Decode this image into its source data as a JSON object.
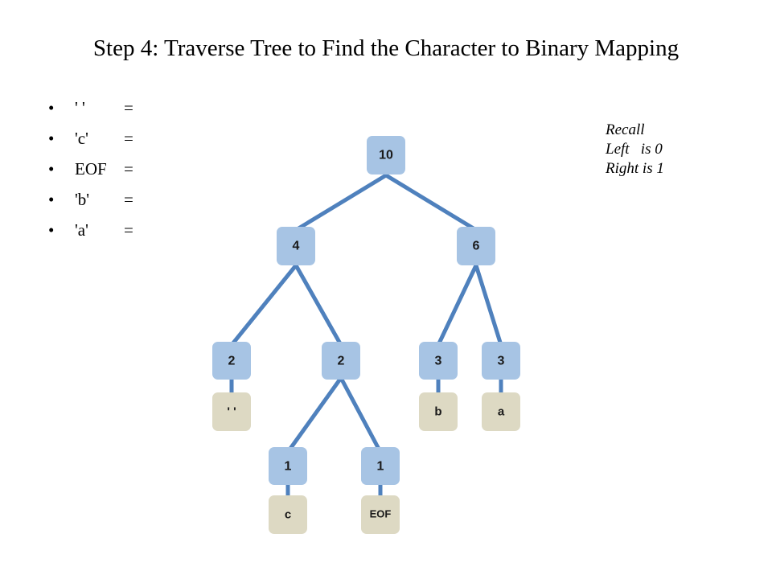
{
  "title": "Step 4: Traverse Tree to Find the Character to Binary Mapping",
  "bullets": [
    {
      "symbol": "' '",
      "eq": "="
    },
    {
      "symbol": "'c'",
      "eq": "="
    },
    {
      "symbol": "EOF",
      "eq": "="
    },
    {
      "symbol": "'b'",
      "eq": "="
    },
    {
      "symbol": "'a'",
      "eq": "="
    }
  ],
  "recall": [
    "Recall",
    "Left   is 0",
    "Right is 1"
  ],
  "colors": {
    "edge": "#4f81bd",
    "internal_node": "#a7c4e4",
    "leaf_node": "#ddd9c3"
  },
  "tree": {
    "nodes": {
      "root": "10",
      "left": "4",
      "right": "6",
      "ll": "2",
      "lr": "2",
      "rl": "3",
      "rr": "3",
      "lrl": "1",
      "lrr": "1"
    },
    "leaves": {
      "space": "' '",
      "b": "b",
      "a": "a",
      "c": "c",
      "eof": "EOF"
    }
  }
}
